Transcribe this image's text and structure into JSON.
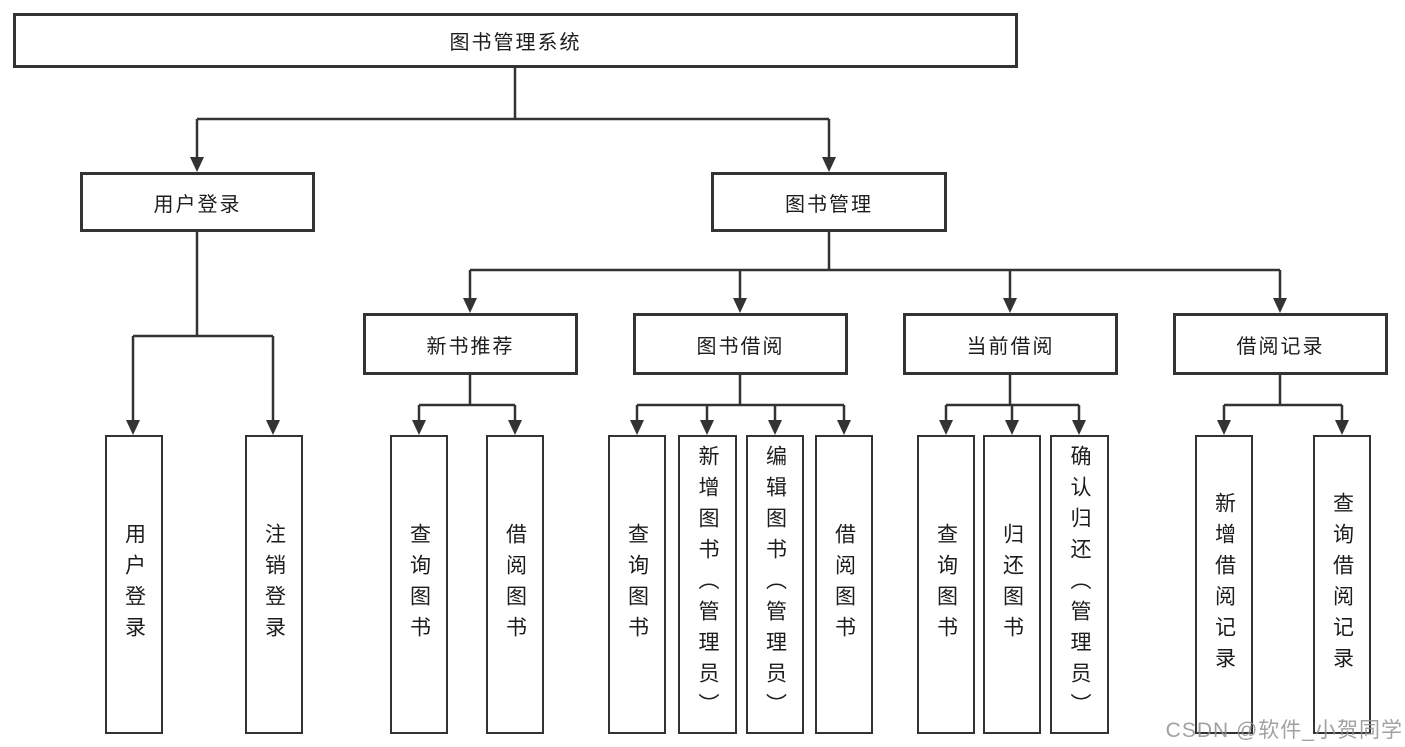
{
  "diagram": {
    "root": {
      "label": "图书管理系统"
    },
    "branches": [
      {
        "label": "用户登录",
        "children": [
          {
            "label": "用户登录"
          },
          {
            "label": "注销登录"
          }
        ]
      },
      {
        "label": "图书管理",
        "children": [
          {
            "label": "新书推荐",
            "children": [
              {
                "label": "查询图书"
              },
              {
                "label": "借阅图书"
              }
            ]
          },
          {
            "label": "图书借阅",
            "children": [
              {
                "label": "查询图书"
              },
              {
                "label": "新增图书（管理员）"
              },
              {
                "label": "编辑图书（管理员）"
              },
              {
                "label": "借阅图书"
              }
            ]
          },
          {
            "label": "当前借阅",
            "children": [
              {
                "label": "查询图书"
              },
              {
                "label": "归还图书"
              },
              {
                "label": "确认归还（管理员）"
              }
            ]
          },
          {
            "label": "借阅记录",
            "children": [
              {
                "label": "新增借阅记录"
              },
              {
                "label": "查询借阅记录"
              }
            ]
          }
        ]
      }
    ]
  },
  "watermark": {
    "text": "CSDN @软件_小贺同学"
  },
  "colors": {
    "line": "#333333",
    "text": "#1d1d1d",
    "box_background": "#ffffff",
    "watermark": "#919191"
  }
}
